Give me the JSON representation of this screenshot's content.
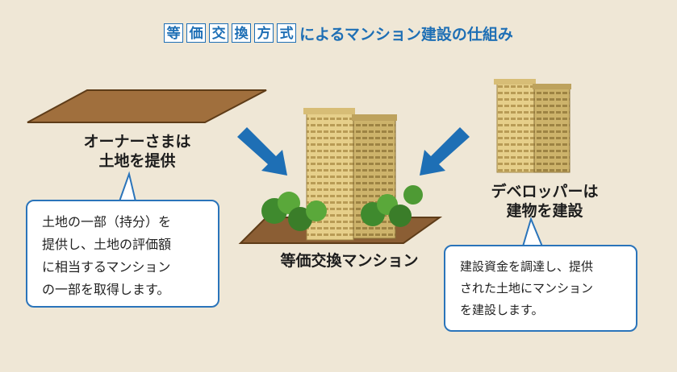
{
  "title": {
    "boxed_chars": [
      "等",
      "価",
      "交",
      "換",
      "方",
      "式"
    ],
    "rest": "によるマンション建設の仕組み"
  },
  "owner": {
    "label_line1": "オーナーさまは",
    "label_line2": "土地を提供",
    "bubble_lines": [
      "土地の一部（持分）を",
      "提供し、土地の評価額",
      "に相当するマンション",
      "の一部を取得します。"
    ]
  },
  "center": {
    "label": "等価交換マンション"
  },
  "developer": {
    "label_line1": "デベロッパーは",
    "label_line2": "建物を建設",
    "bubble_lines": [
      "建設資金を調達し、提供",
      "された土地にマンション",
      "を建設します。"
    ]
  },
  "colors": {
    "accent": "#1e6fb5",
    "background": "#efe7d6",
    "land": "#8b5e34"
  }
}
